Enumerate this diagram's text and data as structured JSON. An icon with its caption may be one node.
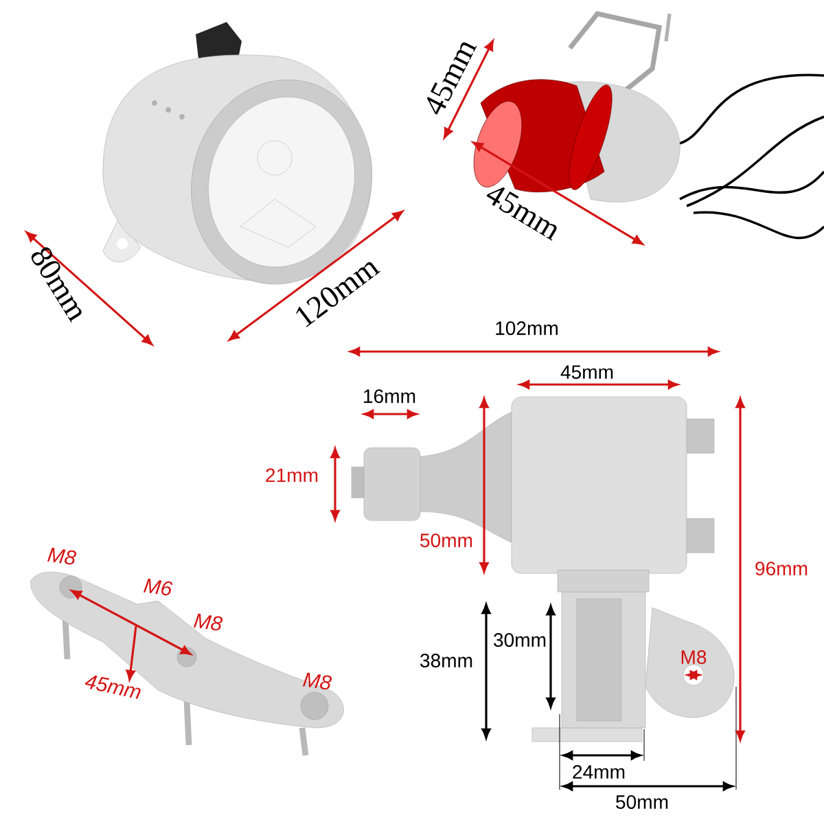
{
  "diagram": {
    "labels": [
      "45mm",
      "80mm",
      "45mm",
      "120mm",
      "102mm",
      "45mm",
      "16mm",
      "21mm",
      "50mm",
      "M8",
      "M6",
      "M8",
      "96mm",
      "38mm",
      "30mm",
      "M8",
      "45mm",
      "M8",
      "24mm",
      "50mm"
    ]
  }
}
